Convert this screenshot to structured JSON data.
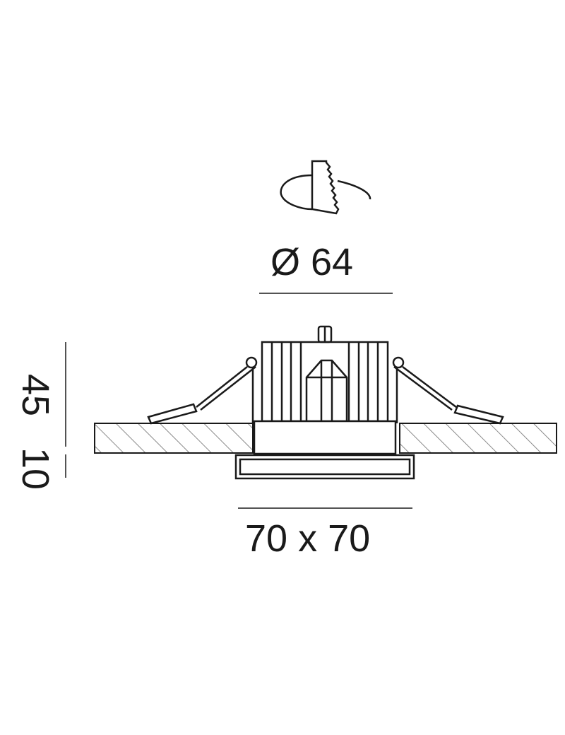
{
  "dimensions": {
    "cutout_diameter": "Ø 64",
    "frame_size": "70 x 70",
    "height": "45",
    "trim_height": "10"
  },
  "colors": {
    "line": "#1a1a1a",
    "hatch": "#8a8a8a",
    "background": "#ffffff"
  },
  "icons": {
    "cutout": "hole-saw-icon"
  }
}
